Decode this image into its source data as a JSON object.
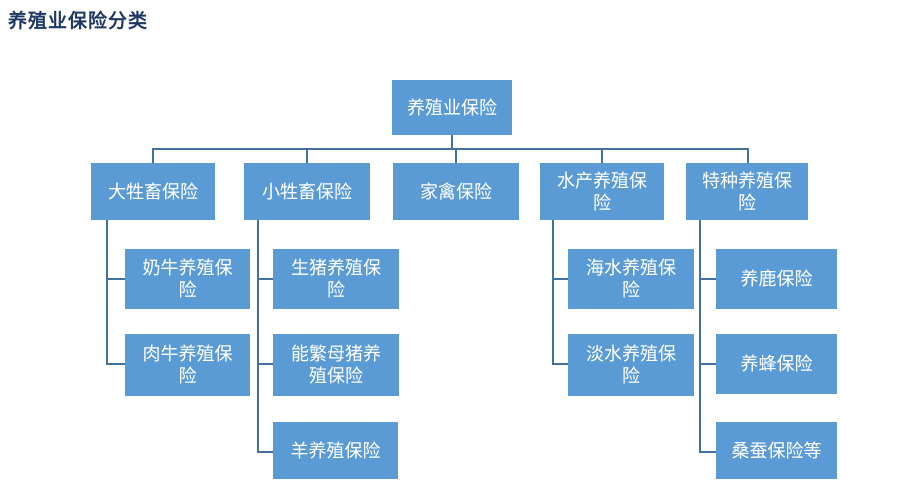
{
  "title": "养殖业保险分类",
  "colors": {
    "node_fill": "#5B9BD5",
    "node_text": "#FFFFFF",
    "connector": "#41719C",
    "title_text": "#1F3864",
    "background": "#FFFFFF"
  },
  "tree": {
    "root": {
      "label": "养殖业保险"
    },
    "branches": [
      {
        "label": "大牲畜保险",
        "children": [
          "奶牛养殖保险",
          "肉牛养殖保险"
        ]
      },
      {
        "label": "小牲畜保险",
        "children": [
          "生猪养殖保险",
          "能繁母猪养殖保险",
          "羊养殖保险"
        ]
      },
      {
        "label": "家禽保险",
        "children": []
      },
      {
        "label": "水产养殖保险",
        "children": [
          "海水养殖保险",
          "淡水养殖保险"
        ]
      },
      {
        "label": "特种养殖保险",
        "children": [
          "养鹿保险",
          "养蜂保险",
          "桑蚕保险等"
        ]
      }
    ]
  }
}
